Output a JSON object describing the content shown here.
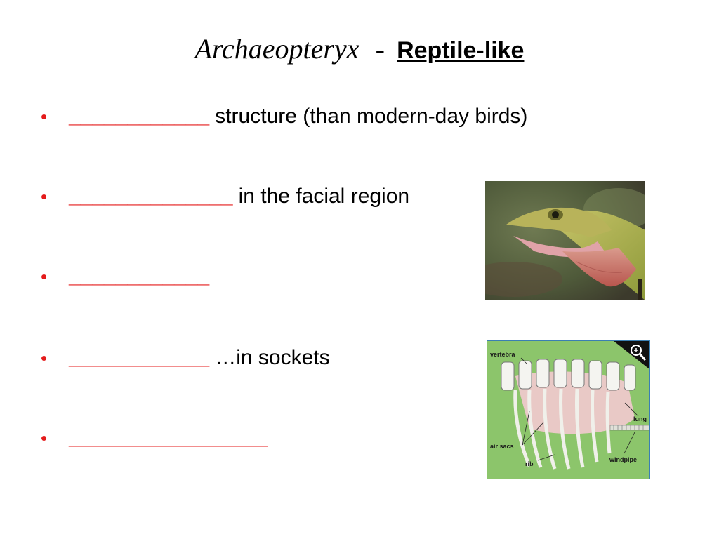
{
  "title": {
    "italic": "Archaeopteryx",
    "separator": "-",
    "bold": "Reptile-like"
  },
  "bullets": [
    {
      "blank": "____________",
      "text": "structure  (than modern-day birds)"
    },
    {
      "blank": "______________",
      "text": "in the facial region"
    },
    {
      "blank": "____________",
      "text": ""
    },
    {
      "blank": "____________",
      "text": "…in sockets"
    },
    {
      "blank": "_________________",
      "text": ""
    }
  ],
  "bullet_glyph": "•",
  "accent_color": "#e41b1b",
  "diagram": {
    "labels": {
      "vertebra": "vertebra",
      "lung": "lung",
      "air_sacs": "air sacs",
      "rib": "rib",
      "windpipe": "windpipe"
    },
    "icon": "magnifier-zoom-icon"
  }
}
